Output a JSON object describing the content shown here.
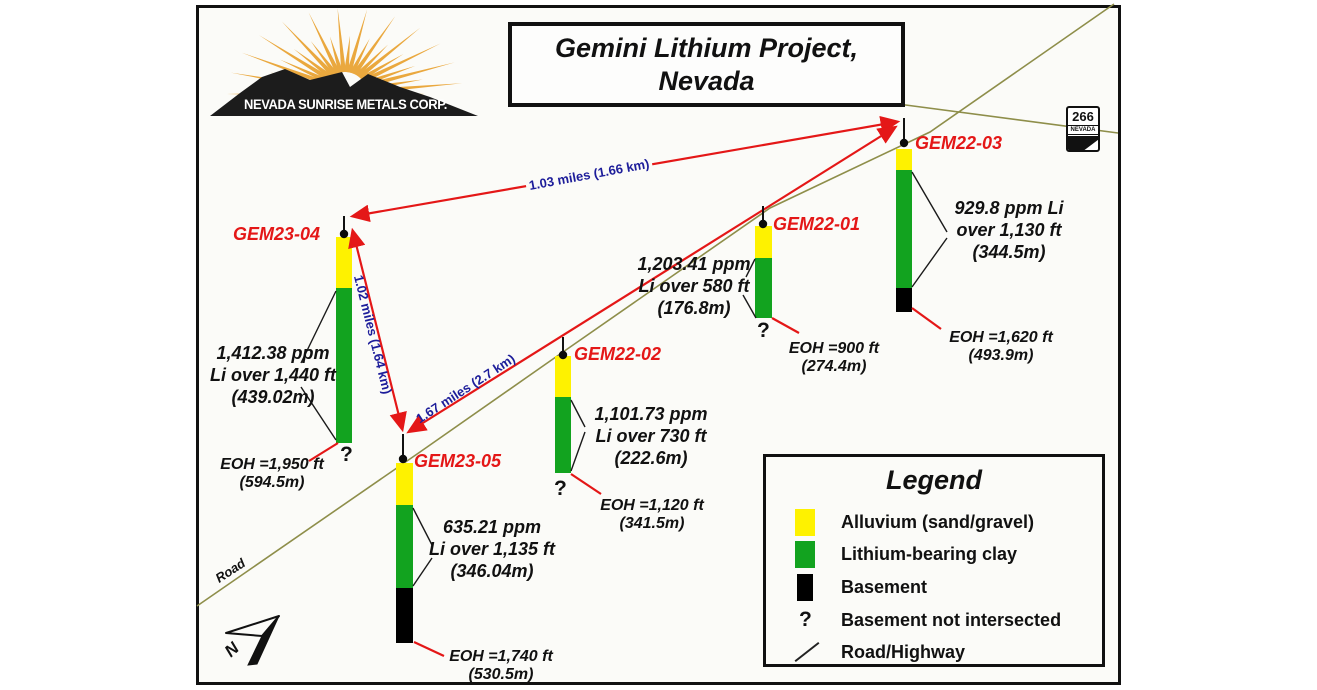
{
  "logo": {
    "company_name": "NEVADA SUNRISE METALS CORP."
  },
  "title_box": {
    "line1": "Gemini Lithium Project,",
    "line2": "Nevada"
  },
  "highway_shield": {
    "route": "266",
    "state": "NEVADA"
  },
  "map_labels": {
    "road": "Road",
    "north": "N"
  },
  "distances": [
    {
      "label": "1.03 miles (1.66 km)"
    },
    {
      "label": "1.02 miles (1.64 km)"
    },
    {
      "label": "1.67 miles (2.7 km)"
    }
  ],
  "holes": [
    {
      "id": "GEM22-03",
      "grade_lines": [
        "929.8 ppm Li",
        "over 1,130 ft",
        "(344.5m)"
      ],
      "eoh_lines": [
        "EOH =1,620 ft",
        "(493.9m)"
      ],
      "basement_intersected": true,
      "question": ""
    },
    {
      "id": "GEM22-01",
      "grade_lines": [
        "1,203.41 ppm",
        "Li over 580 ft",
        "(176.8m)"
      ],
      "eoh_lines": [
        "EOH =900 ft",
        "(274.4m)"
      ],
      "basement_intersected": false,
      "question": "?"
    },
    {
      "id": "GEM22-02",
      "grade_lines": [
        "1,101.73 ppm",
        "Li over 730 ft",
        "(222.6m)"
      ],
      "eoh_lines": [
        "EOH =1,120 ft",
        "(341.5m)"
      ],
      "basement_intersected": false,
      "question": "?"
    },
    {
      "id": "GEM23-04",
      "grade_lines": [
        "1,412.38 ppm",
        "Li over 1,440 ft",
        "(439.02m)"
      ],
      "eoh_lines": [
        "EOH =1,950 ft",
        "(594.5m)"
      ],
      "basement_intersected": false,
      "question": "?"
    },
    {
      "id": "GEM23-05",
      "grade_lines": [
        "635.21 ppm",
        "Li over 1,135 ft",
        "(346.04m)"
      ],
      "eoh_lines": [
        "EOH =1,740 ft",
        "(530.5m)"
      ],
      "basement_intersected": true,
      "question": ""
    }
  ],
  "legend": {
    "title": "Legend",
    "items": [
      {
        "swatch": "alluvium",
        "label": "Alluvium (sand/gravel)"
      },
      {
        "swatch": "clay",
        "label": "Lithium-bearing clay"
      },
      {
        "swatch": "basement",
        "label": "Basement"
      },
      {
        "swatch": "question",
        "symbol": "?",
        "label": "Basement not intersected"
      },
      {
        "swatch": "road",
        "label": "Road/Highway"
      }
    ]
  },
  "colors": {
    "alluvium_yellow": "#fef200",
    "clay_green": "#12a31f",
    "basement_black": "#000000",
    "road_olive": "#8e8e4a",
    "arrow_red": "#e41717",
    "distance_navy": "#1d1d9a",
    "hole_label_red": "#e41717",
    "sun_gold": "#eaa83e"
  }
}
